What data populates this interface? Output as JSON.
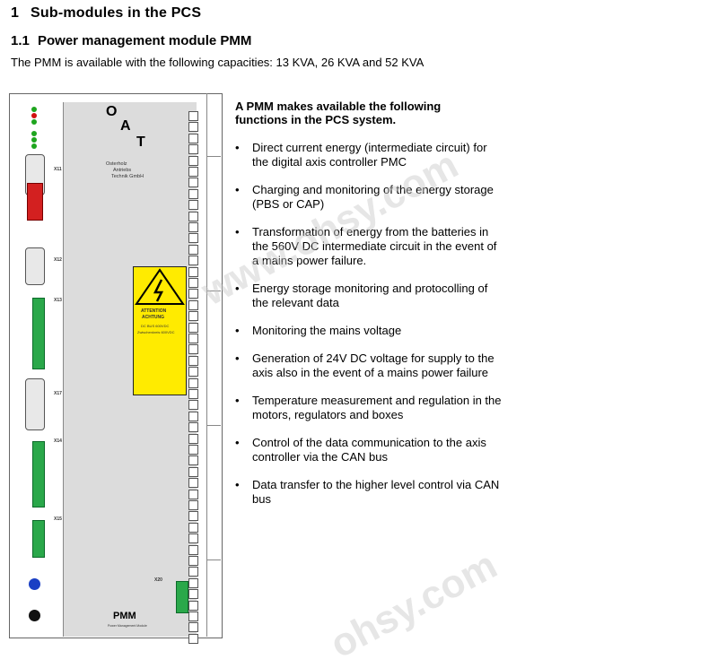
{
  "heading1": {
    "number": "1",
    "title": "Sub-modules in the PCS"
  },
  "heading2": {
    "number": "1.1",
    "title": "Power management module PMM"
  },
  "intro": "The PMM is available with the following capacities: 13 KVA, 26 KVA and 52 KVA",
  "lead": "A PMM makes available the following functions in the PCS system.",
  "bullet_glyph": "•",
  "functions": [
    "Direct current energy (intermediate circuit) for the digital axis controller PMC",
    "Charging and monitoring of the energy storage (PBS or CAP)",
    "Transformation of energy from the batteries in the 560V DC intermediate circuit in the event of a mains power failure.",
    "Energy storage monitoring and protocolling of the relevant data",
    "Monitoring the mains voltage",
    "Generation of 24V DC voltage for supply to the axis also in the event of a mains power failure",
    "Temperature measurement and regulation in the motors, regulators and boxes",
    "Control of the data communication to the axis controller via the CAN bus",
    "Data transfer to the higher level control via CAN bus"
  ],
  "device": {
    "logo": {
      "o": "O",
      "a": "A",
      "t": "T"
    },
    "maker": [
      "Osterholz",
      "Antriebs",
      "Technik GmbH"
    ],
    "connectors": [
      "X11",
      "X12",
      "X13",
      "X17",
      "X14",
      "X15",
      "X20"
    ],
    "warning": [
      "ATTENTION",
      "ACHTUNG",
      "DC BUS 600VDC",
      "Zwischenkreis 600VDC"
    ],
    "model": "PMM",
    "model_sub": "Power Management Module",
    "colors": {
      "warning": "#ffeb00",
      "terminal": "#2aa84a",
      "led_green": "#1ea51e",
      "led_red": "#d01010",
      "button": "#1a3fc4"
    }
  },
  "watermark": [
    "www.ohsy.com",
    "ohsy.com"
  ]
}
